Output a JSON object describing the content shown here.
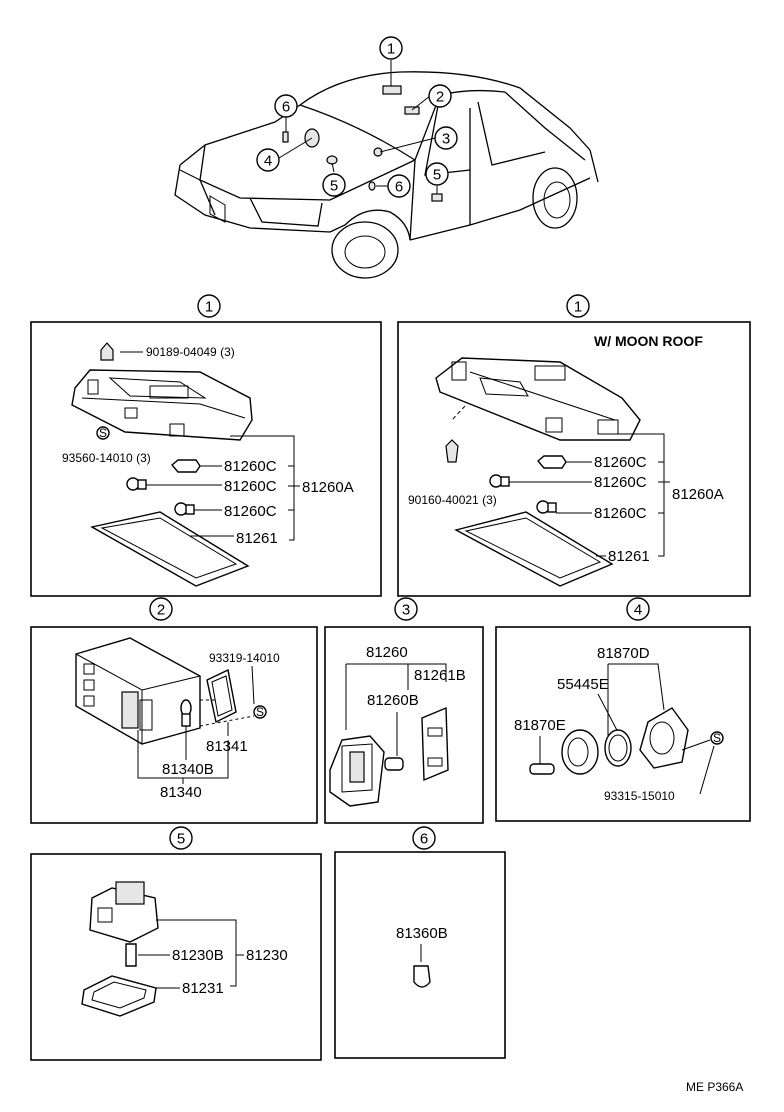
{
  "overview": {
    "callouts": [
      "1",
      "2",
      "3",
      "4",
      "5",
      "6",
      "5",
      "6"
    ]
  },
  "panel1": {
    "callout": "1",
    "labels": {
      "clip": "90189-04049 (3)",
      "screw": "93560-14010 (3)",
      "bulb1": "81260C",
      "bulb2": "81260C",
      "bulb3": "81260C",
      "assy": "81260A",
      "lens": "81261"
    }
  },
  "panel1b": {
    "callout": "1",
    "note": "W/ MOON  ROOF",
    "labels": {
      "screw": "90160-40021 (3)",
      "bulb1": "81260C",
      "bulb2": "81260C",
      "bulb3": "81260C",
      "assy": "81260A",
      "lens": "81261"
    }
  },
  "panel2": {
    "callout": "2",
    "labels": {
      "screw": "93319-14010",
      "lens": "81341",
      "bulb": "81340B",
      "assy": "81340"
    }
  },
  "panel3": {
    "callout": "3",
    "labels": {
      "assy": "81260",
      "lens": "81261B",
      "bulb": "81260B"
    }
  },
  "panel4": {
    "callout": "4",
    "labels": {
      "assy": "81870D",
      "ring": "55445E",
      "bulb": "81870E",
      "screw": "93315-15010"
    }
  },
  "panel5": {
    "callout": "5",
    "labels": {
      "bulb": "81230B",
      "assy": "81230",
      "lens": "81231"
    }
  },
  "panel6": {
    "callout": "6",
    "labels": {
      "bulb": "81360B"
    }
  },
  "screw_symbol": "S",
  "footer": {
    "code": "ME  P366A"
  }
}
